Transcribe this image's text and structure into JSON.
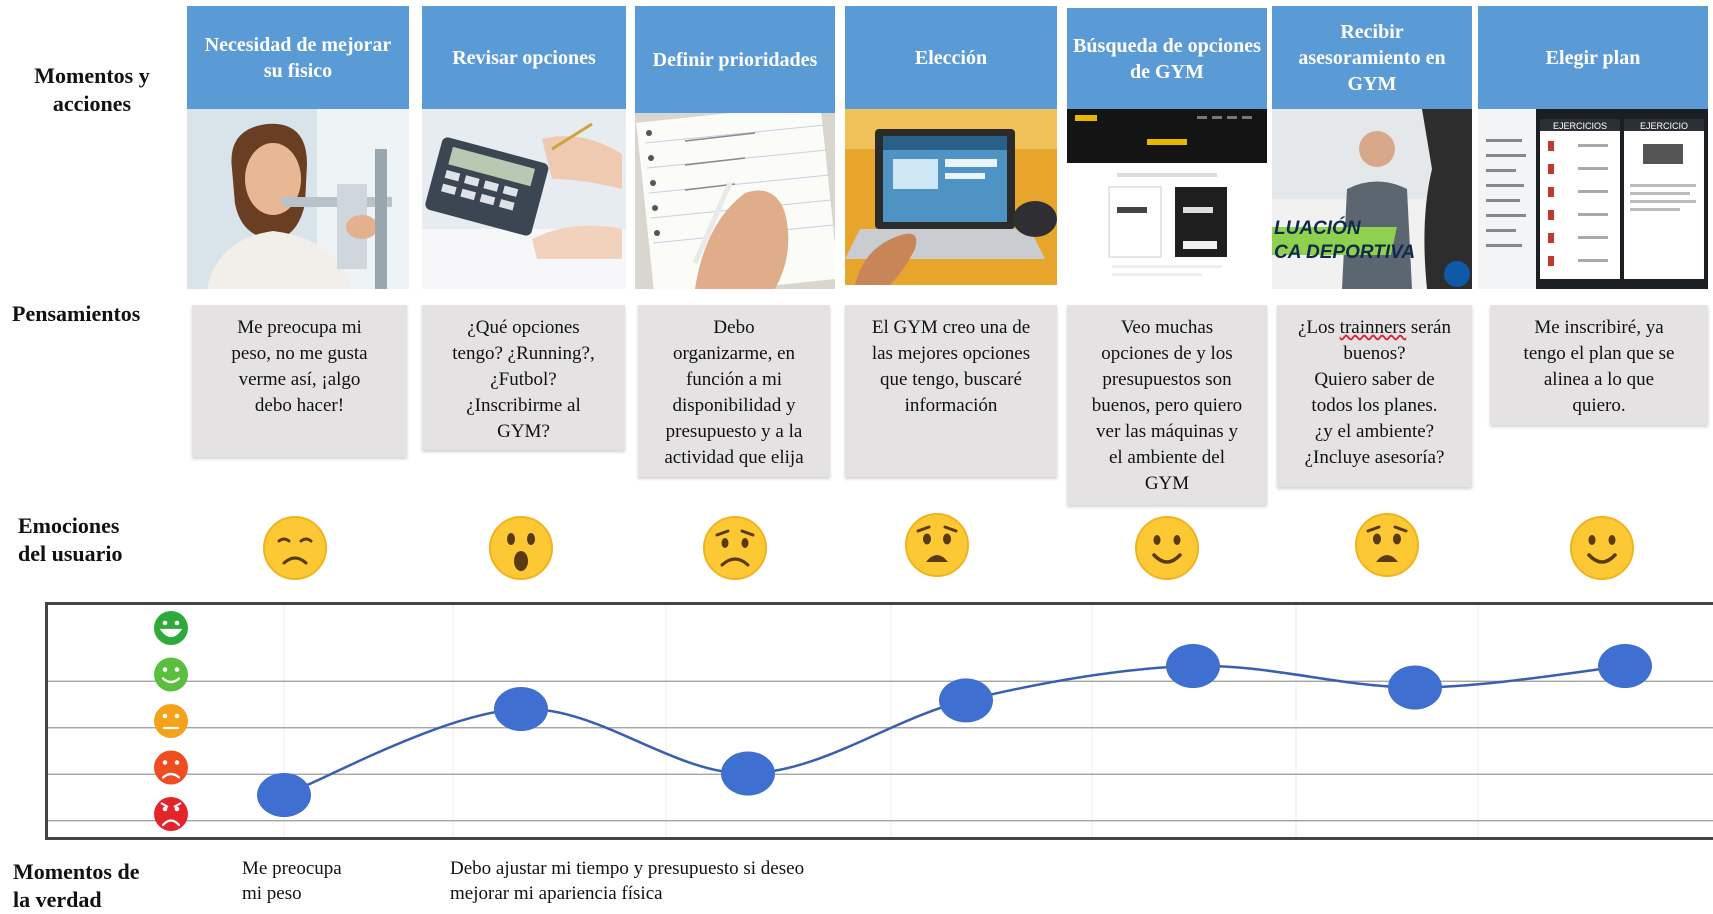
{
  "row_labels": {
    "moments": "Momentos y\nacciones",
    "thoughts": "Pensamientos",
    "emotions": "Emociones\ndel usuario",
    "truth": "Momentos de\nla verdad"
  },
  "columns": [
    {
      "title": "Necesidad de mejorar su fisico",
      "image": "woman-weighing-scale-photo",
      "thought": "Me preocupa mi\npeso, no me gusta\nverme así, ¡algo\ndebo hacer!",
      "emotion": "sad",
      "emotion_level": 1
    },
    {
      "title": "Revisar opciones",
      "image": "calculator-budget-photo",
      "thought": "¿Qué opciones\ntengo?   ¿Running?,\n¿Futbol?\n¿Inscribirme al\nGYM?",
      "emotion": "surprised",
      "emotion_level": 3
    },
    {
      "title": "Definir prioridades",
      "image": "writing-notebook-photo",
      "thought": "Debo\norganizarme, en\nfunción a mi\ndisponibilidad y\npresupuesto y a la\nactividad que elija",
      "emotion": "worried",
      "emotion_level": 1.5
    },
    {
      "title": "Elección",
      "image": "laptop-browsing-photo",
      "thought": "El GYM creo una de\nlas mejores opciones\nque tengo, buscaré\ninformación",
      "emotion": "anxious",
      "emotion_level": 3.2
    },
    {
      "title": "Búsqueda de opciones de GYM",
      "image": "gym-plans-website-screenshot",
      "thought": "Veo muchas\nopciones de y los\npresupuestos son\nbuenos, pero quiero\nver las máquinas y\nel ambiente del\nGYM",
      "emotion": "happy",
      "emotion_level": 4
    },
    {
      "title": "Recibir asesoramiento en GYM",
      "image": "trainer-evaluation-photo",
      "image_text": "LUACIÓN\nCA DEPORTIVA",
      "thought_parts": [
        "¿Los ",
        "trainners",
        " serán\nbuenos?\nQuiero saber de\ntodos los planes.\n¿y el ambiente?\n¿Incluye asesoría?"
      ],
      "emotion": "anxious",
      "emotion_level": 3.5
    },
    {
      "title": "Elegir plan",
      "image": "exercise-plan-app-screenshot",
      "image_text": [
        "EJERCICIOS",
        "EJERCICIO"
      ],
      "thought": "Me inscribiré, ya\ntengo el plan que se\nalinea a lo que\nquiero.",
      "emotion": "happy",
      "emotion_level": 4
    }
  ],
  "chart_data": {
    "type": "line",
    "x": [
      "Necesidad de mejorar su fisico",
      "Revisar opciones",
      "Definir prioridades",
      "Elección",
      "Búsqueda de opciones de GYM",
      "Recibir asesoramiento en GYM",
      "Elegir plan"
    ],
    "series": [
      {
        "values": [
          1,
          3,
          1.5,
          3.2,
          4,
          3.5,
          4
        ]
      }
    ],
    "ylim": [
      0,
      5
    ],
    "y_scale_icons": [
      "very-happy-face-icon",
      "happy-face-icon",
      "neutral-face-icon",
      "unhappy-face-icon",
      "angry-face-icon"
    ],
    "y_scale_colors": [
      "#2eaa3a",
      "#5bbf3e",
      "#f5a21b",
      "#ef4c1f",
      "#e3242b"
    ],
    "line_color": "#3a5fb0",
    "point_color": "#3f6fd1",
    "grid": true,
    "legend": "none"
  },
  "truth_moments": [
    "Me preocupa\nmi peso",
    "Debo ajustar mi tiempo y presupuesto si deseo\nmejorar mi apariencia física"
  ]
}
